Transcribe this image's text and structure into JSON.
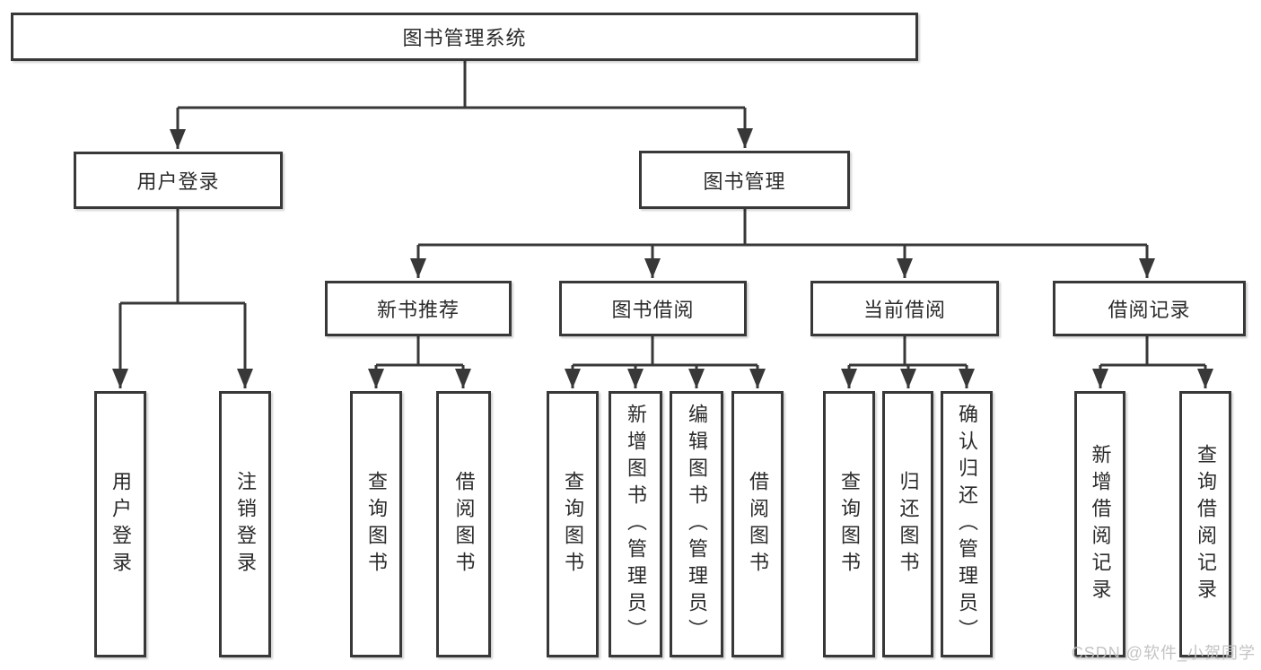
{
  "diagram_title": "图书管理系统",
  "tree": {
    "root": {
      "label": "图书管理系统"
    },
    "branches": [
      {
        "label": "用户登录",
        "children": [
          {
            "label": "用户登录"
          },
          {
            "label": "注销登录"
          }
        ]
      },
      {
        "label": "图书管理",
        "groups": [
          {
            "label": "新书推荐",
            "children": [
              {
                "label": "查询图书"
              },
              {
                "label": "借阅图书"
              }
            ]
          },
          {
            "label": "图书借阅",
            "children": [
              {
                "label": "查询图书"
              },
              {
                "label": "新增图书（管理员）"
              },
              {
                "label": "编辑图书（管理员）"
              },
              {
                "label": "借阅图书"
              }
            ]
          },
          {
            "label": "当前借阅",
            "children": [
              {
                "label": "查询图书"
              },
              {
                "label": "归还图书"
              },
              {
                "label": "确认归还（管理员）"
              }
            ]
          },
          {
            "label": "借阅记录",
            "children": [
              {
                "label": "新增借阅记录"
              },
              {
                "label": "查询借阅记录"
              }
            ]
          }
        ]
      }
    ]
  },
  "watermark": {
    "text": "CSDN @软件_小贺同学"
  },
  "colors": {
    "line": "#383838",
    "box_border": "#383838",
    "box_background": "#ffffff",
    "text": "#2b2b2b",
    "watermark": "#c1c1c1"
  }
}
